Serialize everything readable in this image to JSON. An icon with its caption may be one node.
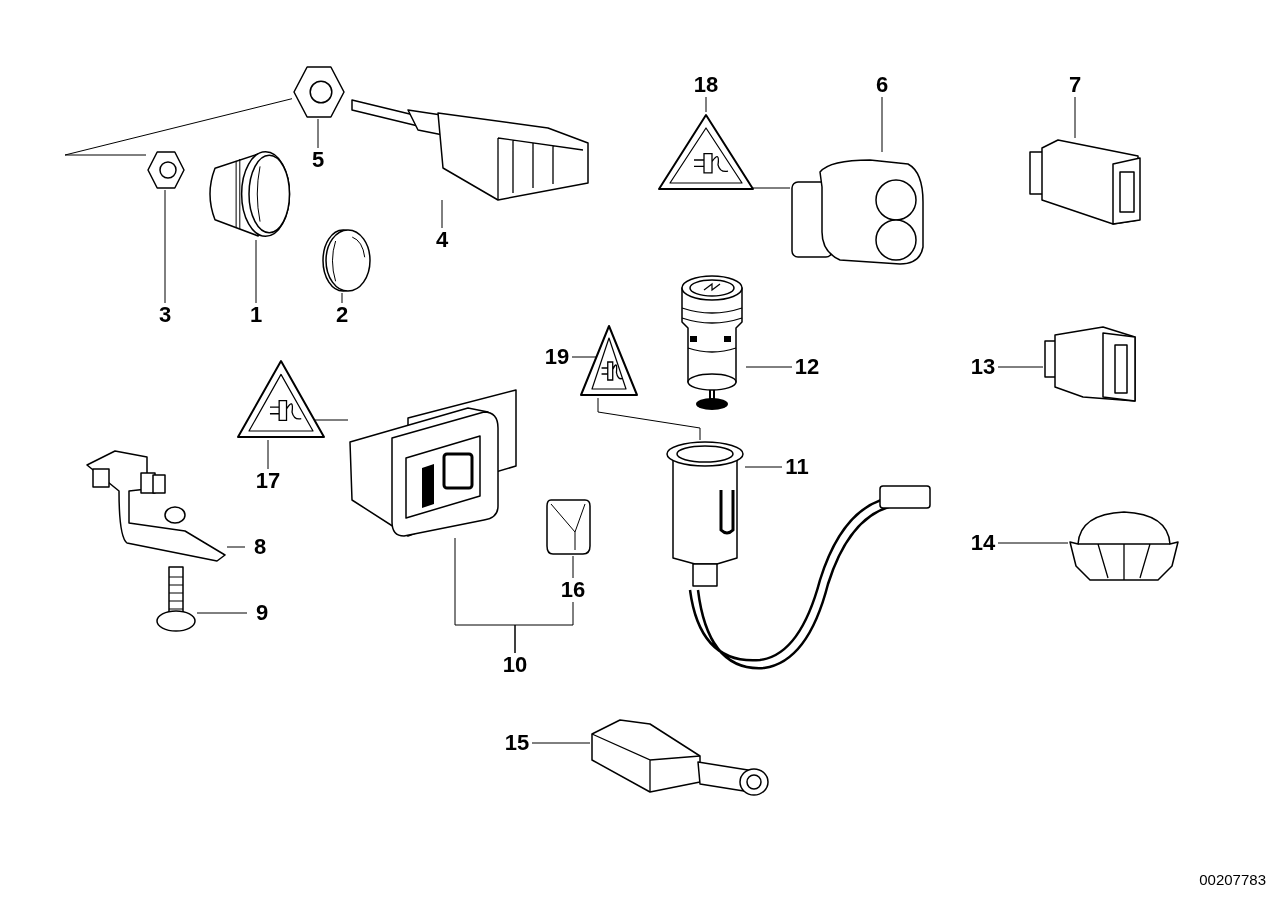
{
  "diagram": {
    "nodes": [
      {
        "text": [
          "3"
        ]
      },
      {
        "text": [],
        "shape": "picture"
      },
      {
        "text": [
          "1"
        ]
      },
      {
        "text": [],
        "shape": "picture"
      },
      {
        "text": [
          "2"
        ]
      },
      {
        "text": [],
        "shape": "picture"
      },
      {
        "text": [
          "5"
        ]
      },
      {
        "text": [],
        "shape": "picture"
      },
      {
        "text": [
          "4"
        ]
      },
      {
        "text": [],
        "shape": "picture"
      },
      {
        "text": [
          "18"
        ]
      },
      {
        "text": [],
        "shape": "picture"
      },
      {
        "text": [
          "6"
        ]
      },
      {
        "text": [],
        "shape": "picture"
      },
      {
        "text": [
          "7"
        ]
      },
      {
        "text": [],
        "shape": "picture"
      },
      {
        "text": [
          "19"
        ]
      },
      {
        "text": [],
        "shape": "picture"
      },
      {
        "text": [
          "12"
        ]
      },
      {
        "text": [],
        "shape": "picture"
      },
      {
        "text": [
          "11"
        ]
      },
      {
        "text": [],
        "shape": "picture"
      },
      {
        "text": [
          "13"
        ]
      },
      {
        "text": [],
        "shape": "picture"
      },
      {
        "text": [],
        "shape": "picture"
      },
      {
        "text": [
          "17"
        ]
      },
      {
        "text": [],
        "shape": "picture"
      },
      {
        "text": [
          "8"
        ]
      },
      {
        "text": [],
        "shape": "picture"
      },
      {
        "text": [
          "9"
        ]
      },
      {
        "text": [],
        "shape": "picture"
      },
      {
        "text": [],
        "shape": "picture"
      },
      {
        "text": [
          "16"
        ]
      },
      {
        "text": [
          "10"
        ]
      },
      {
        "text": [
          "14"
        ]
      },
      {
        "text": [],
        "shape": "picture"
      },
      {
        "text": [
          "15"
        ]
      },
      {
        "text": [],
        "shape": "picture"
      }
    ],
    "edges": [
      {
        "from": 0,
        "to": 1,
        "arrow": "none"
      },
      {
        "from": 2,
        "to": 3,
        "arrow": "none"
      },
      {
        "from": 4,
        "to": 5,
        "arrow": "none"
      },
      {
        "from": 6,
        "to": 7,
        "arrow": "none"
      },
      {
        "from": 8,
        "to": 9,
        "arrow": "none"
      },
      {
        "from": 10,
        "to": 11,
        "arrow": "none"
      },
      {
        "from": 11,
        "to": 13,
        "arrow": "none"
      },
      {
        "from": 12,
        "to": 13,
        "arrow": "none"
      },
      {
        "from": 14,
        "to": 15,
        "arrow": "none"
      },
      {
        "from": 16,
        "to": 17,
        "arrow": "none"
      },
      {
        "from": 17,
        "to": 21,
        "arrow": "none"
      },
      {
        "from": 18,
        "to": 19,
        "arrow": "none"
      },
      {
        "from": 20,
        "to": 21,
        "arrow": "none"
      },
      {
        "from": 22,
        "to": 23,
        "arrow": "none"
      },
      {
        "from": 25,
        "to": 24,
        "arrow": "none"
      },
      {
        "from": 24,
        "to": 26,
        "arrow": "none"
      },
      {
        "from": 27,
        "to": 28,
        "arrow": "none"
      },
      {
        "from": 29,
        "to": 30,
        "arrow": "none"
      },
      {
        "from": 32,
        "to": 31,
        "arrow": "none"
      },
      {
        "from": 33,
        "to": 26,
        "arrow": "none"
      },
      {
        "from": 33,
        "to": 32,
        "arrow": "none"
      },
      {
        "from": 34,
        "to": 35,
        "arrow": "none"
      },
      {
        "from": 36,
        "to": 37,
        "arrow": "none"
      },
      {
        "from": 7,
        "to": 1,
        "arrow": "none"
      }
    ],
    "labels": [
      "00207783"
    ]
  }
}
